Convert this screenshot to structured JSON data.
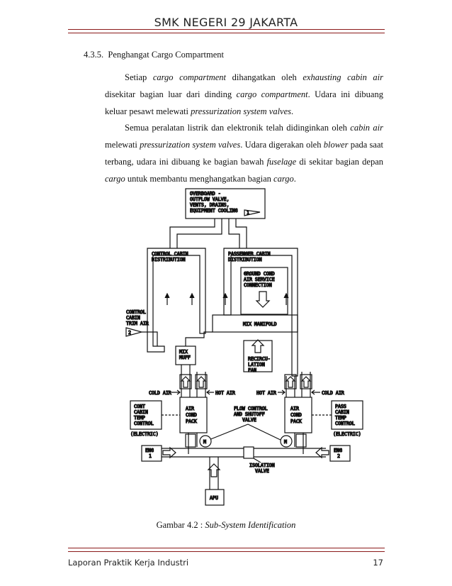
{
  "header": {
    "title": "SMK NEGERI 29 JAKARTA"
  },
  "section": {
    "number": "4.3.5.",
    "title": "Penghangat Cargo Compartment"
  },
  "paragraph1": {
    "t1": "Setiap ",
    "i1": "cargo compartment",
    "t2": " dihangatkan oleh ",
    "i2": "exhausting cabin air",
    "t3": " disekitar bagian luar dari dinding ",
    "i3": "cargo compartment",
    "t4": ". Udara ini dibuang keluar pesawt melewati ",
    "i4": "pressurization system valves",
    "t5": "."
  },
  "paragraph2": {
    "t1": "Semua peralatan listrik dan elektronik telah didinginkan oleh ",
    "i1": "cabin air",
    "t2": " melewati ",
    "i2": "pressurization system valves",
    "t3": ". Udara digerakan oleh ",
    "i3": "blower",
    "t4": " pada saat terbang, udara ini dibuang ke bagian bawah ",
    "i4": "fuselage",
    "t5": " di sekitar bagian depan ",
    "i5": "cargo",
    "t6": " untuk membantu menghangatkan bagian ",
    "i6": "cargo",
    "t7": "."
  },
  "diagram": {
    "overboard": [
      "OVERBOARD -",
      "OUTFLOW VALVE,",
      "VENTS, DRAINS,",
      "EQUIPMENT COOLING"
    ],
    "flag1": "1",
    "control_cabin": [
      "CONTROL CABIN",
      "DISTRIBUTION"
    ],
    "passenger_cabin": [
      "PASSENGER CABIN",
      "DISTRIBUTION"
    ],
    "ground_cond": [
      "GROUND COND",
      "AIR SERVICE",
      "CONNECTION"
    ],
    "trim_air": [
      "CONTROL",
      "CABIN",
      "TRIM AIR"
    ],
    "flag2": "2",
    "mix_manifold": "MIX MANIFOLD",
    "mix_muff": [
      "MIX",
      "MUFF"
    ],
    "recirc_fan": [
      "RECIRCU-",
      "LATION",
      "FAN"
    ],
    "cold_air": "COLD AIR",
    "hot_air": "HOT AIR",
    "cont_cabin_temp": [
      "CONT",
      "CABIN",
      "TEMP",
      "CONTROL"
    ],
    "pass_cabin_temp": [
      "PASS",
      "CABIN",
      "TEMP",
      "CONTROL"
    ],
    "electric": "(ELECTRIC)",
    "air_cond_pack": [
      "AIR",
      "COND",
      "PACK"
    ],
    "flow_control": [
      "FLOW CONTROL",
      "AND SHUTOFF",
      "VALVE"
    ],
    "motor": "M",
    "eng1": [
      "ENG",
      "1"
    ],
    "eng2": [
      "ENG",
      "2"
    ],
    "isolation_valve": [
      "ISOLATION",
      "VALVE"
    ],
    "apu": "APU"
  },
  "caption": {
    "prefix": "Gambar 4.2 : ",
    "title": "Sub-System Identification"
  },
  "footer": {
    "left": "Laporan Praktik Kerja Industri",
    "page": "17"
  }
}
